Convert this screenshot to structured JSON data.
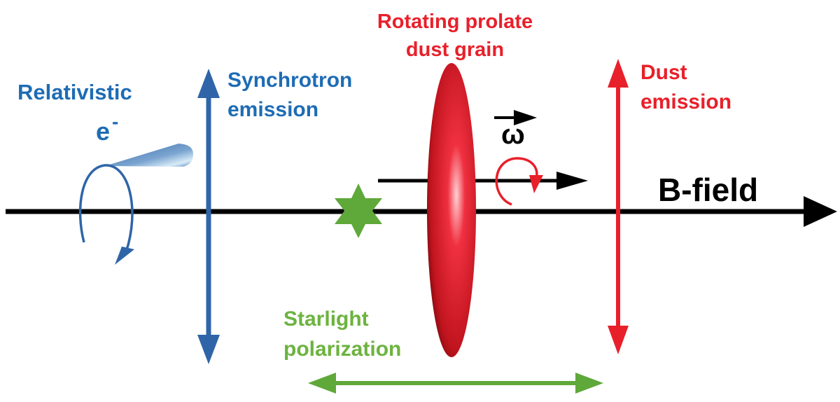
{
  "labels": {
    "relativistic": "Relativistic",
    "electron": "e",
    "electron_charge": "-",
    "synchrotron_line1": "Synchrotron",
    "synchrotron_line2": "emission",
    "grain_line1": "Rotating prolate",
    "grain_line2": "dust grain",
    "omega": "ω",
    "dust_line1": "Dust",
    "dust_line2": "emission",
    "bfield": "B-field",
    "starlight_line1": "Starlight",
    "starlight_line2": "polarization"
  },
  "colors": {
    "blue": "#2f65a8",
    "blue_text": "#1e6cb4",
    "red": "#e8202a",
    "green": "#5fa83a",
    "green_text": "#6cb33f",
    "black": "#000000"
  }
}
